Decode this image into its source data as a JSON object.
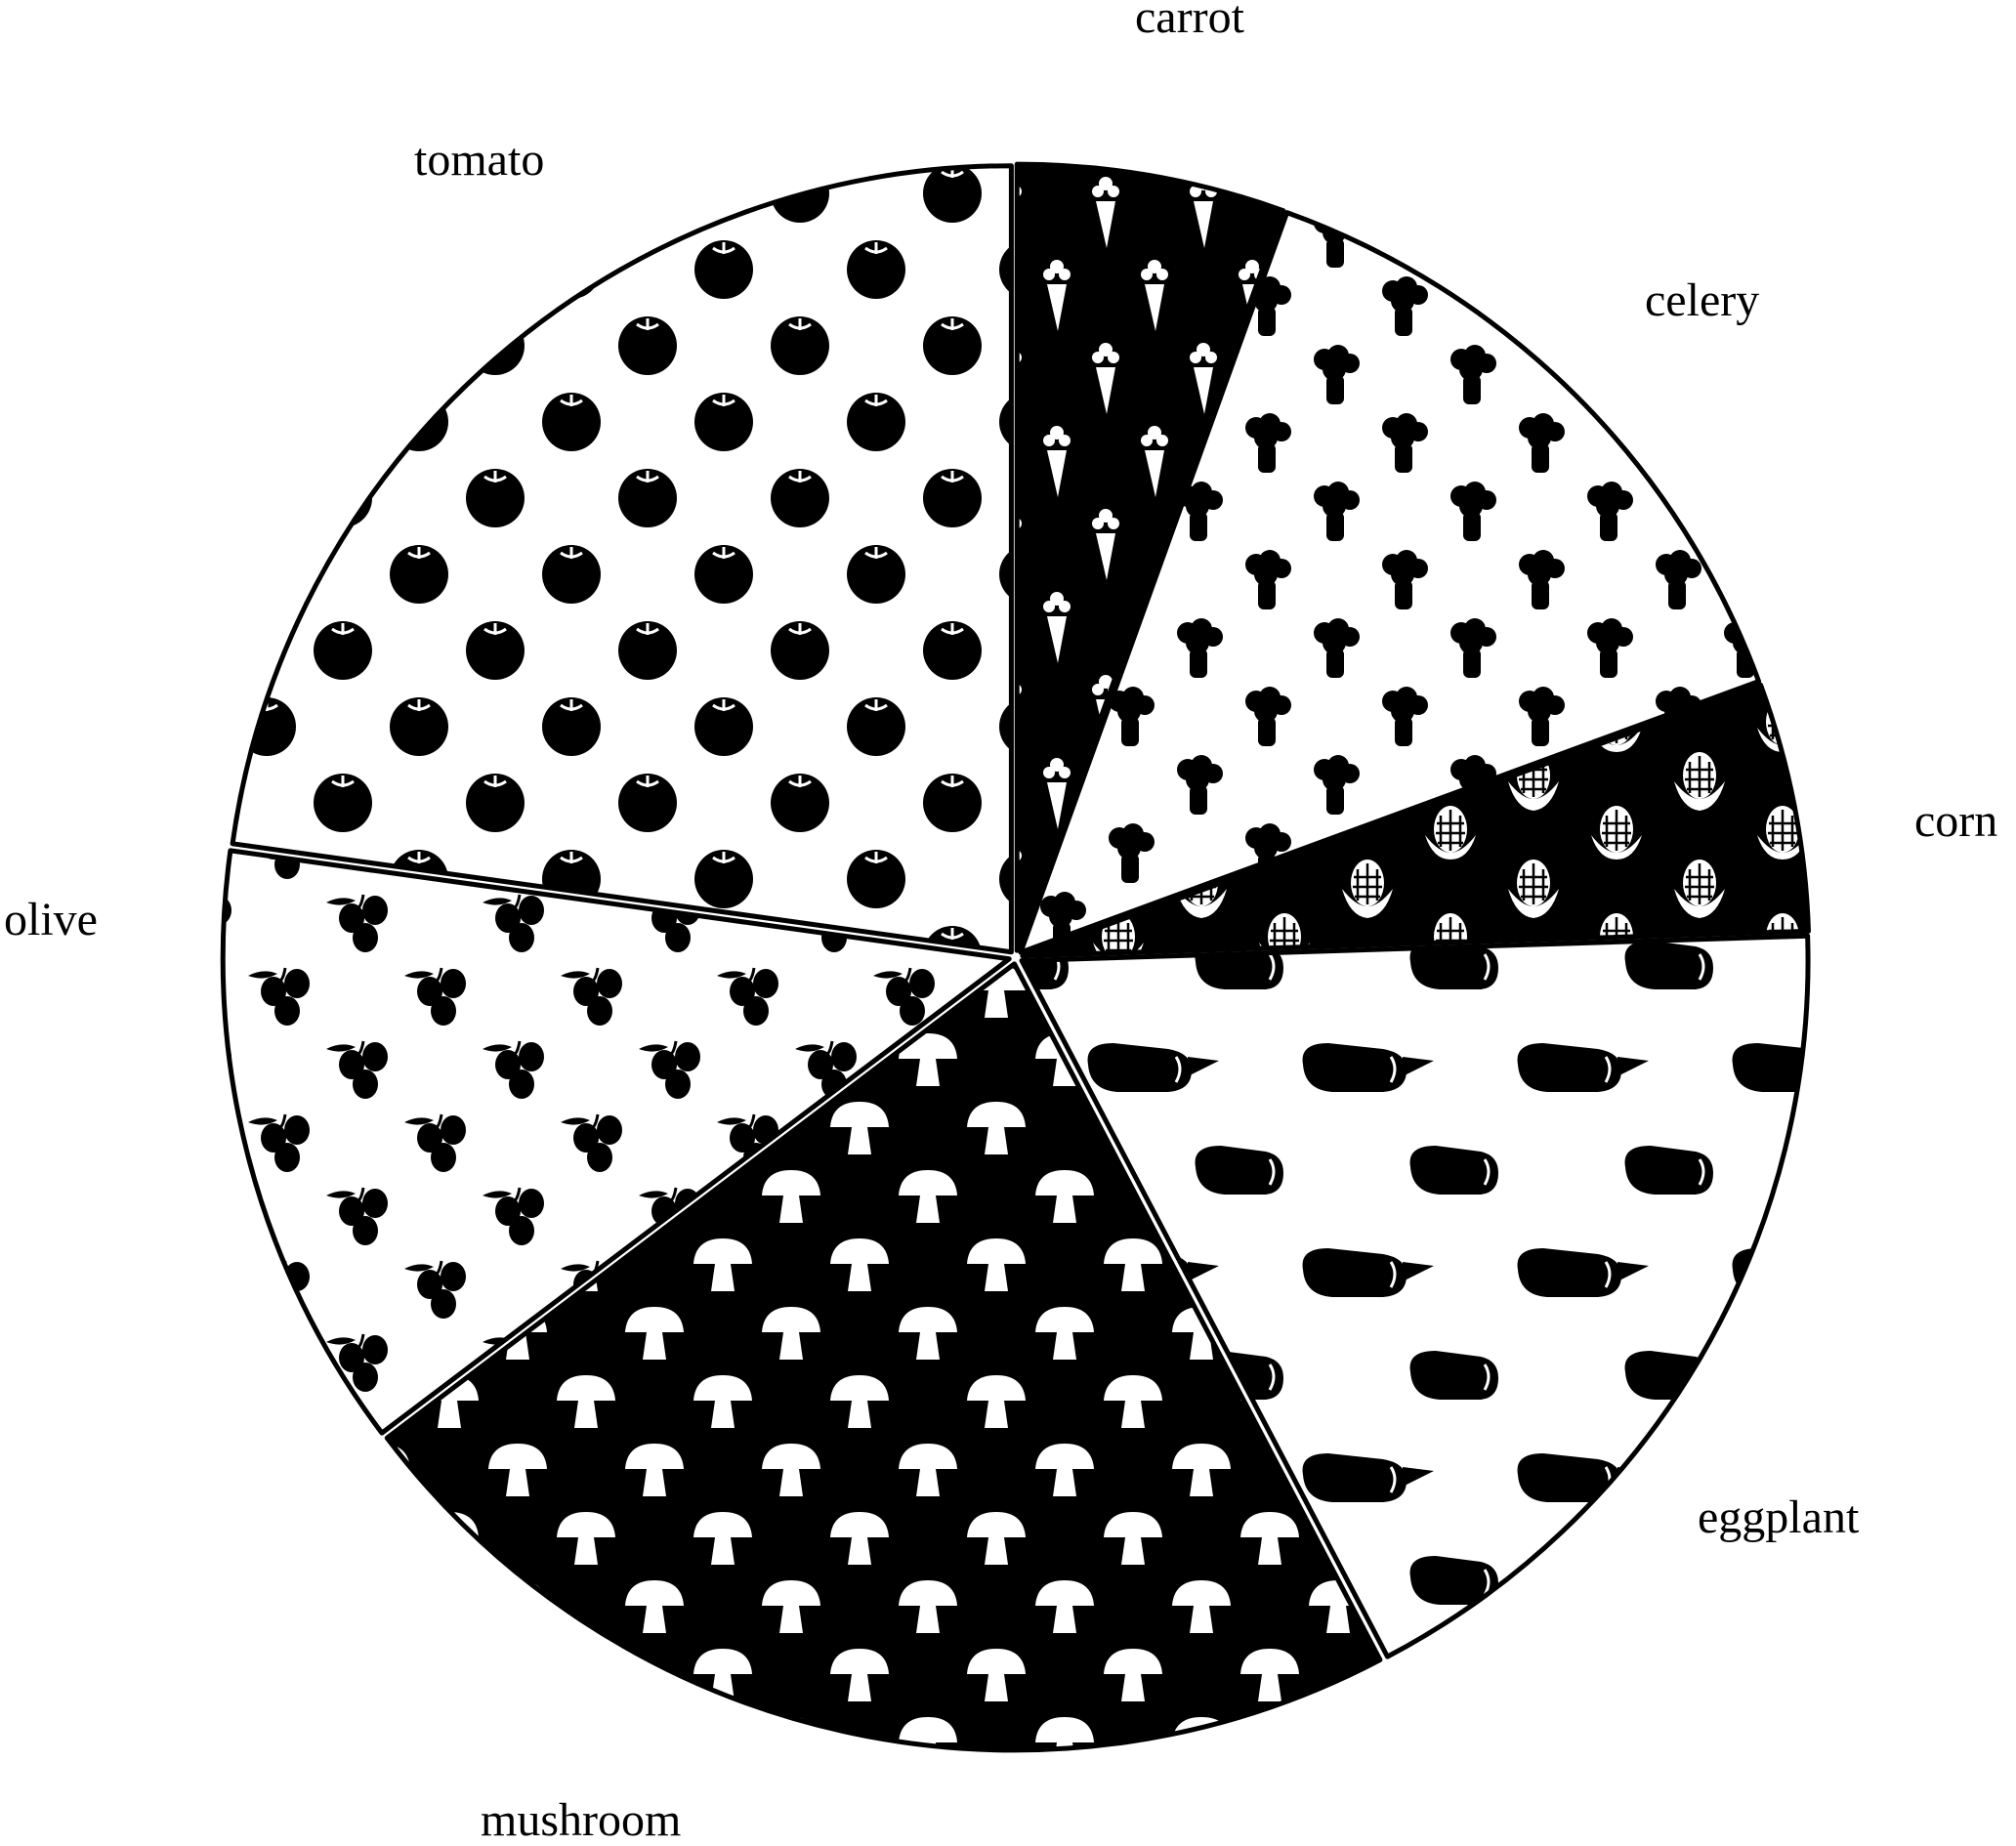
{
  "chart_data": {
    "type": "pie",
    "title": "",
    "direction": "clockwise from top",
    "slices": [
      {
        "label": "carrot",
        "value": 5.5,
        "pattern": "carrot-icon",
        "fill": "#000000",
        "motif": "#ffffff"
      },
      {
        "label": "celery",
        "value": 13.9,
        "pattern": "celery-icon",
        "fill": "#ffffff",
        "motif": "#000000"
      },
      {
        "label": "corn",
        "value": 5.1,
        "pattern": "corn-icon",
        "fill": "#000000",
        "motif": "#ffffff"
      },
      {
        "label": "eggplant",
        "value": 17.8,
        "pattern": "eggplant-icon",
        "fill": "#ffffff",
        "motif": "#000000"
      },
      {
        "label": "mushroom",
        "value": 22.4,
        "pattern": "mushroom-icon",
        "fill": "#000000",
        "motif": "#ffffff"
      },
      {
        "label": "olive",
        "value": 12.5,
        "pattern": "olive-icon",
        "fill": "#ffffff",
        "motif": "#000000"
      },
      {
        "label": "tomato",
        "value": 22.8,
        "pattern": "tomato-icon",
        "fill": "#ffffff",
        "motif": "#000000"
      }
    ],
    "colors": {
      "background": "#ffffff",
      "outline": "#000000"
    }
  }
}
